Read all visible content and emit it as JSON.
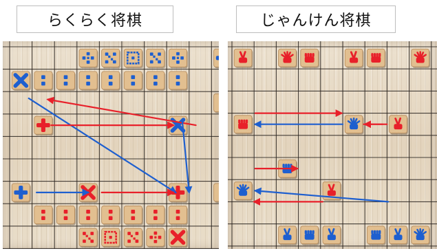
{
  "titles": {
    "left": "らくらく将棋",
    "right": "じゃんけん将棋"
  },
  "colors": {
    "red_team": "#e8202a",
    "blue_team": "#1e5fcf",
    "grid_line": "#2a2420",
    "piece_wood": "#e2bf90"
  },
  "boards": {
    "left": {
      "pieces": [
        {
          "row": 0,
          "col": 3,
          "icon": "flower-dot-icon",
          "team": "blue"
        },
        {
          "row": 0,
          "col": 4,
          "icon": "diagonal-dots-icon",
          "team": "blue"
        },
        {
          "row": 0,
          "col": 5,
          "icon": "ring-dots-icon",
          "team": "blue"
        },
        {
          "row": 0,
          "col": 6,
          "icon": "diagonal-dots-icon",
          "team": "blue"
        },
        {
          "row": 0,
          "col": 7,
          "icon": "flower-dot-icon",
          "team": "blue"
        },
        {
          "row": 0,
          "col": 9,
          "icon": "plus-icon",
          "team": "blue"
        },
        {
          "row": 1,
          "col": 0,
          "icon": "x-icon",
          "team": "blue"
        },
        {
          "row": 1,
          "col": 1,
          "icon": "two-dots-icon",
          "team": "blue"
        },
        {
          "row": 1,
          "col": 2,
          "icon": "two-dots-icon",
          "team": "blue"
        },
        {
          "row": 1,
          "col": 3,
          "icon": "two-dots-icon",
          "team": "blue"
        },
        {
          "row": 1,
          "col": 4,
          "icon": "two-dots-icon",
          "team": "blue"
        },
        {
          "row": 1,
          "col": 5,
          "icon": "two-dots-icon",
          "team": "blue"
        },
        {
          "row": 1,
          "col": 6,
          "icon": "two-dots-icon",
          "team": "blue"
        },
        {
          "row": 1,
          "col": 7,
          "icon": "two-dots-icon",
          "team": "blue"
        },
        {
          "row": 2,
          "col": 9,
          "icon": "two-dots-icon",
          "team": "blue"
        },
        {
          "row": 3,
          "col": 1,
          "icon": "plus-icon",
          "team": "red"
        },
        {
          "row": 3,
          "col": 7,
          "icon": "x-icon",
          "team": "blue"
        },
        {
          "row": 6,
          "col": 0,
          "icon": "plus-icon",
          "team": "blue"
        },
        {
          "row": 6,
          "col": 3,
          "icon": "x-icon",
          "team": "red"
        },
        {
          "row": 6,
          "col": 7,
          "icon": "plus-icon",
          "team": "red"
        },
        {
          "row": 6,
          "col": 9,
          "icon": "two-dots-icon",
          "team": "red"
        },
        {
          "row": 7,
          "col": 1,
          "icon": "two-dots-icon",
          "team": "red"
        },
        {
          "row": 7,
          "col": 2,
          "icon": "two-dots-icon",
          "team": "red"
        },
        {
          "row": 7,
          "col": 3,
          "icon": "two-dots-icon",
          "team": "red"
        },
        {
          "row": 7,
          "col": 4,
          "icon": "two-dots-icon",
          "team": "red"
        },
        {
          "row": 7,
          "col": 5,
          "icon": "two-dots-icon",
          "team": "red"
        },
        {
          "row": 7,
          "col": 6,
          "icon": "two-dots-icon",
          "team": "red"
        },
        {
          "row": 7,
          "col": 7,
          "icon": "two-dots-icon",
          "team": "red"
        },
        {
          "row": 8,
          "col": 3,
          "icon": "diagonal-dots-icon",
          "team": "red"
        },
        {
          "row": 8,
          "col": 4,
          "icon": "ring-dots-icon",
          "team": "red"
        },
        {
          "row": 8,
          "col": 5,
          "icon": "diagonal-dots-icon",
          "team": "red"
        },
        {
          "row": 8,
          "col": 6,
          "icon": "flower-dot-icon",
          "team": "red"
        },
        {
          "row": 8,
          "col": 7,
          "icon": "x-icon",
          "team": "red"
        }
      ],
      "arrows": [
        {
          "from": [
            1.8,
            0.35
          ],
          "to": [
            6.0,
            6.9
          ],
          "team": "blue"
        },
        {
          "from": [
            3.0,
            1.35
          ],
          "to": [
            3.0,
            6.8
          ],
          "team": "red"
        },
        {
          "from": [
            6.0,
            0.7
          ],
          "to": [
            6.0,
            3.0
          ],
          "team": "blue"
        },
        {
          "from": [
            6.0,
            3.6
          ],
          "to": [
            6.0,
            6.8
          ],
          "team": "red"
        },
        {
          "from": [
            3.0,
            7.8
          ],
          "to": [
            1.85,
            1.2
          ],
          "team": "red"
        },
        {
          "from": [
            2.85,
            7.2
          ],
          "to": [
            6.0,
            7.5
          ],
          "team": "blue"
        },
        {
          "from": [
            3.0,
            9.1
          ],
          "to": [
            6.45,
            9.1
          ],
          "team": "red"
        },
        {
          "from": [
            3.0,
            9.3
          ],
          "to": [
            6.35,
            9.3
          ],
          "team": "red"
        }
      ],
      "segments": []
    },
    "right": {
      "pieces": [
        {
          "row": 0,
          "col": 0,
          "icon": "scissors-hand-icon",
          "team": "red"
        },
        {
          "row": 0,
          "col": 2,
          "icon": "paper-hand-icon",
          "team": "red"
        },
        {
          "row": 0,
          "col": 3,
          "icon": "fist-hand-icon",
          "team": "red"
        },
        {
          "row": 0,
          "col": 5,
          "icon": "scissors-hand-icon",
          "team": "red"
        },
        {
          "row": 0,
          "col": 6,
          "icon": "fist-hand-icon",
          "team": "red"
        },
        {
          "row": 0,
          "col": 8,
          "icon": "paper-hand-icon",
          "team": "red"
        },
        {
          "row": 3,
          "col": 0,
          "icon": "fist-hand-icon",
          "team": "red"
        },
        {
          "row": 3,
          "col": 5,
          "icon": "paper-hand-icon",
          "team": "blue"
        },
        {
          "row": 3,
          "col": 7,
          "icon": "scissors-hand-icon",
          "team": "red"
        },
        {
          "row": 5,
          "col": 2,
          "icon": "fist-hand-icon",
          "team": "blue"
        },
        {
          "row": 6,
          "col": 0,
          "icon": "paper-hand-icon",
          "team": "blue"
        },
        {
          "row": 6,
          "col": 4,
          "icon": "scissors-hand-icon",
          "team": "red"
        },
        {
          "row": 8,
          "col": 2,
          "icon": "scissors-hand-icon",
          "team": "blue"
        },
        {
          "row": 8,
          "col": 3,
          "icon": "fist-hand-icon",
          "team": "blue"
        },
        {
          "row": 8,
          "col": 4,
          "icon": "scissors-hand-icon",
          "team": "blue"
        },
        {
          "row": 8,
          "col": 6,
          "icon": "fist-hand-icon",
          "team": "blue"
        },
        {
          "row": 8,
          "col": 7,
          "icon": "scissors-hand-icon",
          "team": "blue"
        },
        {
          "row": 8,
          "col": 8,
          "icon": "paper-hand-icon",
          "team": "blue"
        }
      ],
      "arrows": [
        {
          "from": [
            2.5,
            0.55
          ],
          "to": [
            2.5,
            4.45
          ],
          "team": "red"
        },
        {
          "from": [
            5.0,
            0.55
          ],
          "to": [
            5.0,
            2.45
          ],
          "team": "red"
        },
        {
          "from": [
            3.0,
            4.5
          ],
          "to": [
            3.0,
            0.55
          ],
          "team": "blue"
        },
        {
          "from": [
            6.5,
            6.55
          ],
          "to": [
            6.0,
            0.55
          ],
          "team": "blue"
        },
        {
          "from": [
            3.0,
            6.5
          ],
          "to": [
            3.0,
            5.5
          ],
          "team": "red"
        },
        {
          "from": [
            6.5,
            3.6
          ],
          "to": [
            6.5,
            0.5
          ],
          "team": "red"
        }
      ],
      "segments": [
        {
          "from": [
            3.0,
            5.45
          ],
          "to": [
            3.0,
            6.3
          ],
          "team": "red"
        }
      ]
    }
  }
}
